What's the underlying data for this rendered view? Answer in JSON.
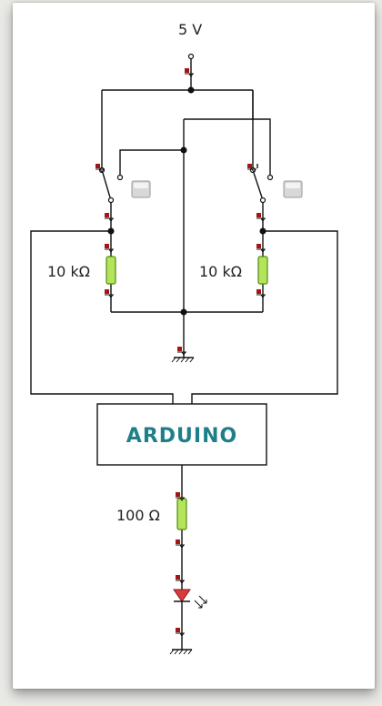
{
  "supply": {
    "label": "5 V"
  },
  "resistors": {
    "pulldown_left": "10 kΩ",
    "pulldown_right": "10 kΩ",
    "led_series": "100 Ω"
  },
  "microcontroller": {
    "label": "ARDUINO"
  },
  "colors": {
    "resistor_fill": "#b5e35a",
    "resistor_stroke": "#4d8f12",
    "arduino_text": "#1f7f89",
    "led_fill": "#d93a3a",
    "terminal_marker": "#a31616",
    "wire": "#111111"
  },
  "icons": [
    "ground-symbol",
    "pushbutton-switch",
    "led",
    "resistor",
    "terminal-marker"
  ]
}
